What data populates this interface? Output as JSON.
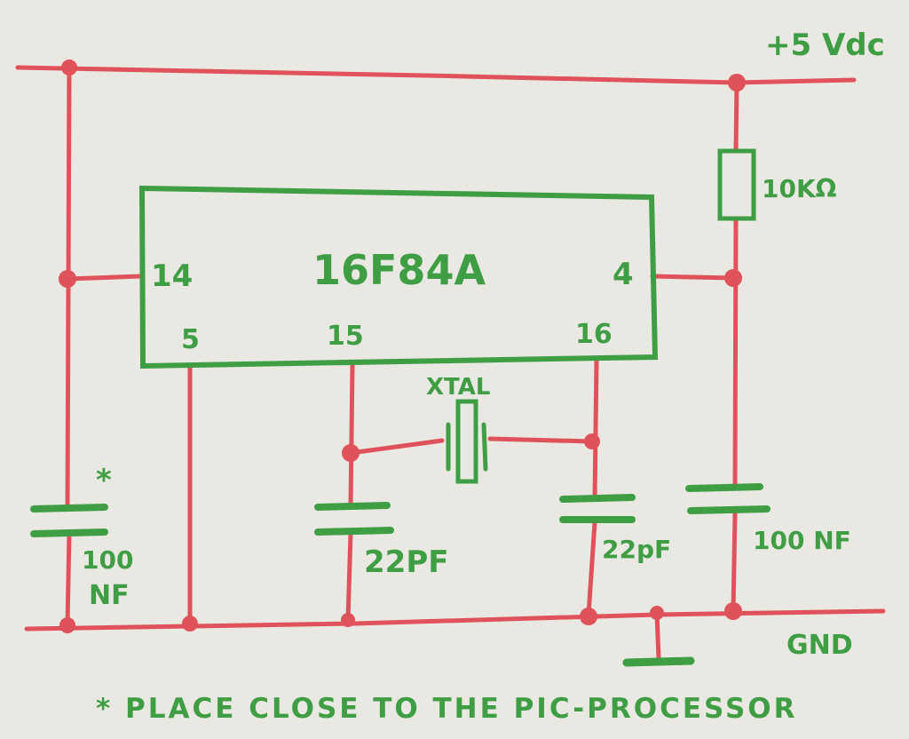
{
  "power": {
    "rail_label": "+5 Vdc",
    "ground_label": "GND"
  },
  "chip": {
    "part": "16F84A",
    "pins": {
      "vdd": "14",
      "vss": "5",
      "osc1": "15",
      "osc2": "16",
      "mclr": "4"
    }
  },
  "components": {
    "resistor": "10KΩ",
    "crystal": "XTAL",
    "cap_left_value": "100",
    "cap_left_unit": "NF",
    "cap_left_mark": "*",
    "cap_osc1": "22PF",
    "cap_osc2": "22pF",
    "cap_right": "100 NF"
  },
  "note": "* PLACE CLOSE TO THE PIC-PROCESSOR",
  "colors": {
    "wire": "#e0525a",
    "component": "#3f9e44",
    "paper": "#e9e8e3"
  }
}
